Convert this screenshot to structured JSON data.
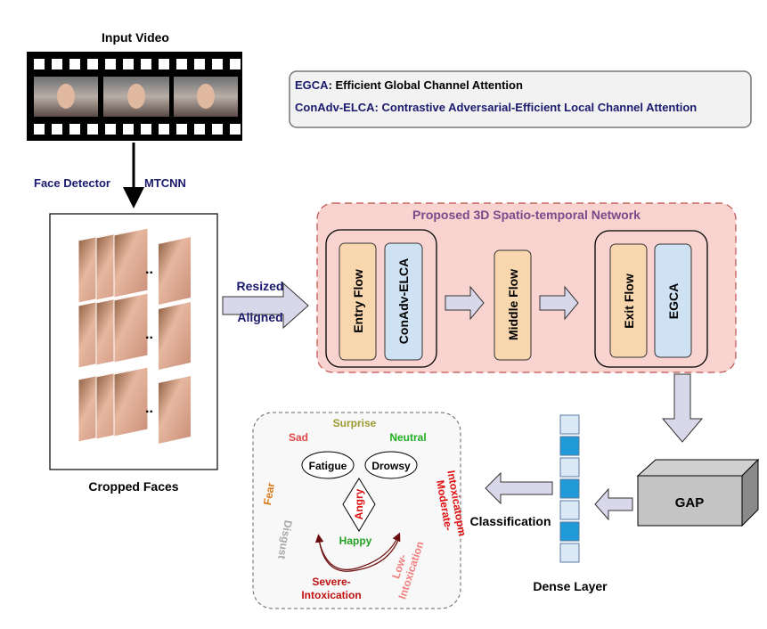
{
  "input": {
    "title": "Input Video",
    "face_detector": "Face Detector",
    "detector_name": "MTCNN",
    "cropped_title": "Cropped Faces"
  },
  "preprocess": {
    "resized": "Resized",
    "aligned": "Aligned"
  },
  "legend": {
    "line1_abbr": "EGCA",
    "line1_text": ": Efficient Global Channel Attention",
    "line2_abbr": "ConAdv-ELCA",
    "line2_text": ": Contrastive Adversarial-Efficient Local Channel Attention"
  },
  "network": {
    "title": "Proposed 3D Spatio-temporal Network",
    "entry_flow": "Entry Flow",
    "conadv": "ConAdv-ELCA",
    "middle_flow": "Middle Flow",
    "exit_flow": "Exit Flow",
    "egca": "EGCA"
  },
  "gap": "GAP",
  "dense": {
    "label": "Dense Layer",
    "cells": [
      "off",
      "on",
      "off",
      "on",
      "off",
      "on",
      "off"
    ]
  },
  "classification": "Classification",
  "classes": {
    "surprise": "Surprise",
    "sad": "Sad",
    "neutral": "Neutral",
    "fatigue": "Fatigue",
    "drowsy": "Drowsy",
    "angry": "Angry",
    "fear": "Fear",
    "disgust": "Disgust",
    "happy": "Happy",
    "moderate1": "Moderate-",
    "moderate2": "Intoxicatopm",
    "low1": "Low-",
    "low2": "Intoxication",
    "severe1": "Severe-",
    "severe2": "Intoxication"
  },
  "colors": {
    "navy": "#1a1a6e",
    "network_bg": "#f8d3cf",
    "flow": "#f9d7ae",
    "attention": "#cfe2f3",
    "dense_on": "#1f9ad6",
    "dense_off": "#dbe9f7"
  }
}
